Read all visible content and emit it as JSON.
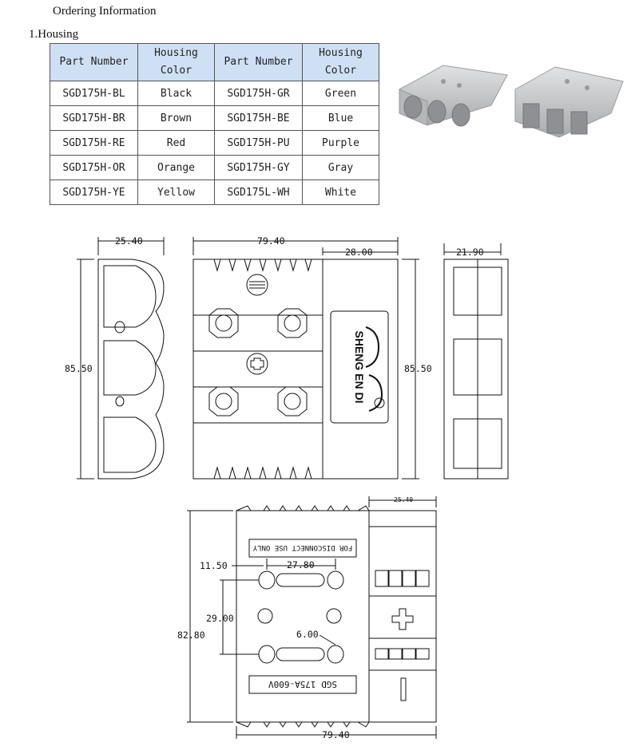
{
  "title": "Ordering Information",
  "section": "1.Housing",
  "table": {
    "headers": [
      "Part Number",
      "Housing Color",
      "Part Number",
      "Housing Color"
    ],
    "header_lines": [
      [
        "Part Number"
      ],
      [
        "Housing",
        "Color"
      ],
      [
        "Part Number"
      ],
      [
        "Housing",
        "Color"
      ]
    ],
    "rows": [
      [
        "SGD175H-BL",
        "Black",
        "SGD175H-GR",
        "Green"
      ],
      [
        "SGD175H-BR",
        "Brown",
        "SGD175H-BE",
        "Blue"
      ],
      [
        "SGD175H-RE",
        "Red",
        "SGD175H-PU",
        "Purple"
      ],
      [
        "SGD175H-OR",
        "Orange",
        "SGD175H-GY",
        "Gray"
      ],
      [
        "SGD175H-YE",
        "Yellow",
        "SGD175L-WH",
        "White"
      ]
    ]
  },
  "dimensions": {
    "side_width": "25.40",
    "side_height": "85.50",
    "front_width": "79.40",
    "front_label_width": "28.00",
    "front_height": "85.50",
    "end_width": "21.90",
    "top_width": "25.40",
    "hole_offset": "11.50",
    "hole_spacing": "27.80",
    "hole_vertical": "29.00",
    "hole_diameter": "6.00",
    "top_height": "82.80",
    "top_length": "79.40"
  },
  "labels": {
    "logo_text": "SHENG EN DI",
    "warning": "FOR DISCONNECT USE ONLY",
    "rating": "SGD  175A-600V"
  },
  "colors": {
    "header_bg": "#cfe0f5",
    "housing_gray": "#c8c9cb",
    "line": "#111111"
  }
}
